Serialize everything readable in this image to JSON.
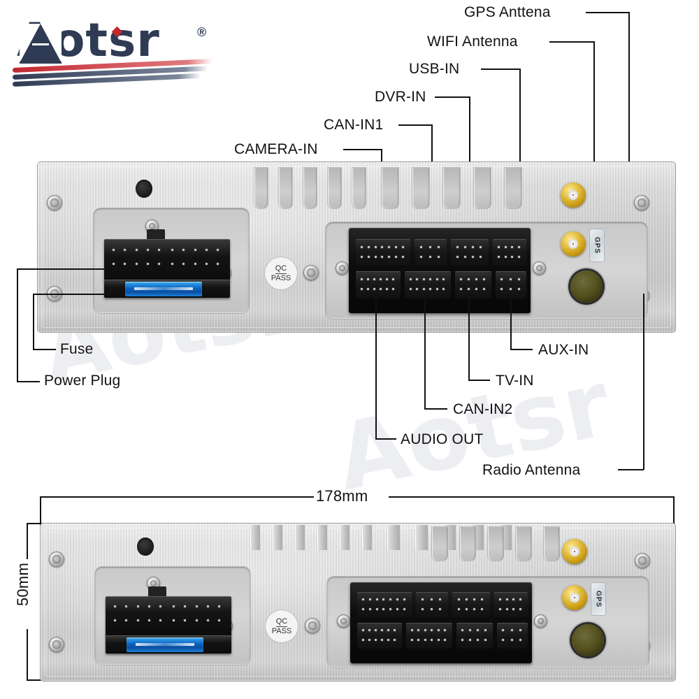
{
  "brand": {
    "name": "Aotsr",
    "registered_mark": "®",
    "colors": {
      "navy": "#2f3b54",
      "red": "#c1272d"
    }
  },
  "product": {
    "type": "car-stereo-head-unit-rear-panel",
    "qc_sticker": {
      "line1": "QC",
      "line2": "PASS"
    },
    "antenna_sticker": "GPS"
  },
  "callouts": {
    "top": [
      {
        "id": "gps-antenna",
        "label": "GPS Anttena"
      },
      {
        "id": "wifi-antenna",
        "label": "WIFI Antenna"
      },
      {
        "id": "usb-in",
        "label": "USB-IN"
      },
      {
        "id": "dvr-in",
        "label": "DVR-IN"
      },
      {
        "id": "can-in1",
        "label": "CAN-IN1"
      },
      {
        "id": "camera-in",
        "label": "CAMERA-IN"
      }
    ],
    "left": [
      {
        "id": "fuse",
        "label": "Fuse"
      },
      {
        "id": "power-plug",
        "label": "Power Plug"
      }
    ],
    "bottom": [
      {
        "id": "aux-in",
        "label": "AUX-IN"
      },
      {
        "id": "tv-in",
        "label": "TV-IN"
      },
      {
        "id": "can-in2",
        "label": "CAN-IN2"
      },
      {
        "id": "audio-out",
        "label": "AUDIO OUT"
      },
      {
        "id": "radio-antenna",
        "label": "Radio Antenna"
      }
    ]
  },
  "dimensions": {
    "width_label": "178mm",
    "height_label": "50mm"
  },
  "watermark": "Aotsr"
}
